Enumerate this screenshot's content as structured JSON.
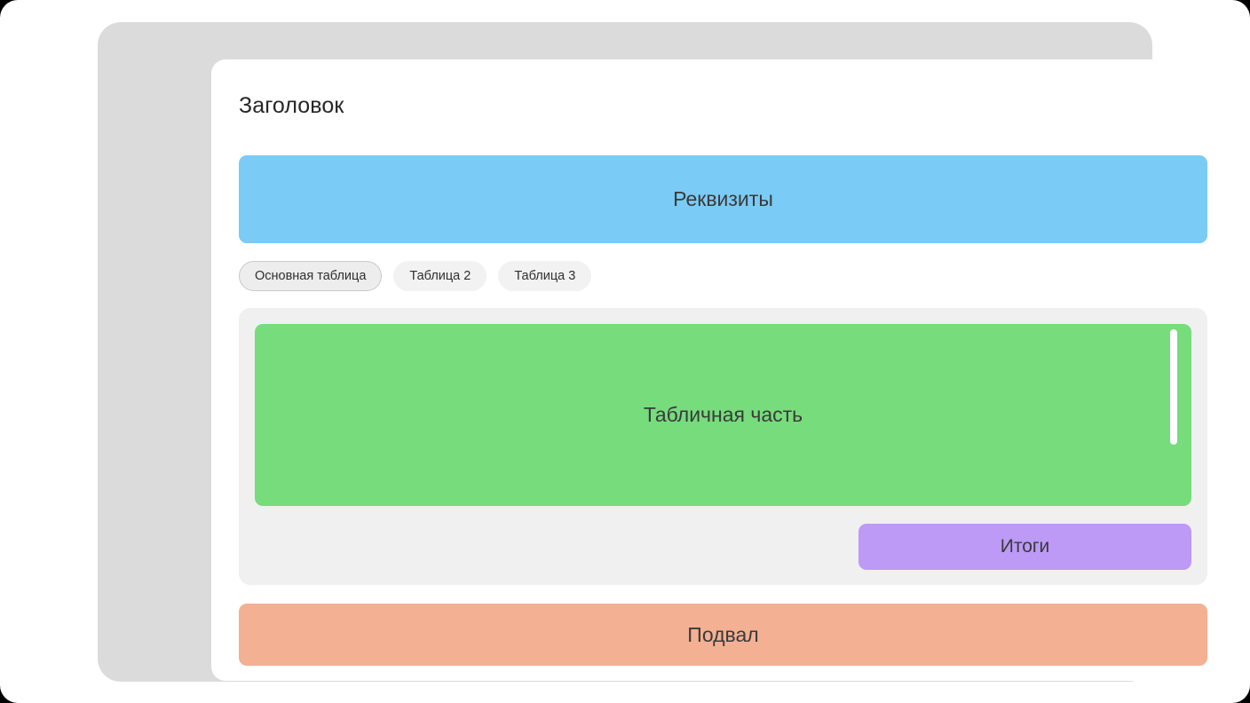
{
  "window": {
    "frame_color": "#DBDBDB",
    "card_color": "#FFFFFF"
  },
  "form": {
    "title": "Заголовок",
    "requisites": {
      "label": "Реквизиты",
      "color": "#7ACBF5"
    },
    "tabs": [
      {
        "label": "Основная таблица",
        "active": true
      },
      {
        "label": "Таблица 2",
        "active": false
      },
      {
        "label": "Таблица 3",
        "active": false
      }
    ],
    "table_section": {
      "well_color": "#F0F0F0",
      "tabular_part": {
        "label": "Табличная часть",
        "color": "#76DC7C",
        "scrollbar": {
          "name": "vertical-scrollbar",
          "thumb_color": "#FFFFFF"
        }
      },
      "totals_button": {
        "label": "Итоги",
        "color": "#BC9AF5"
      }
    },
    "footer": {
      "label": "Подвал",
      "color": "#F3B093"
    }
  }
}
